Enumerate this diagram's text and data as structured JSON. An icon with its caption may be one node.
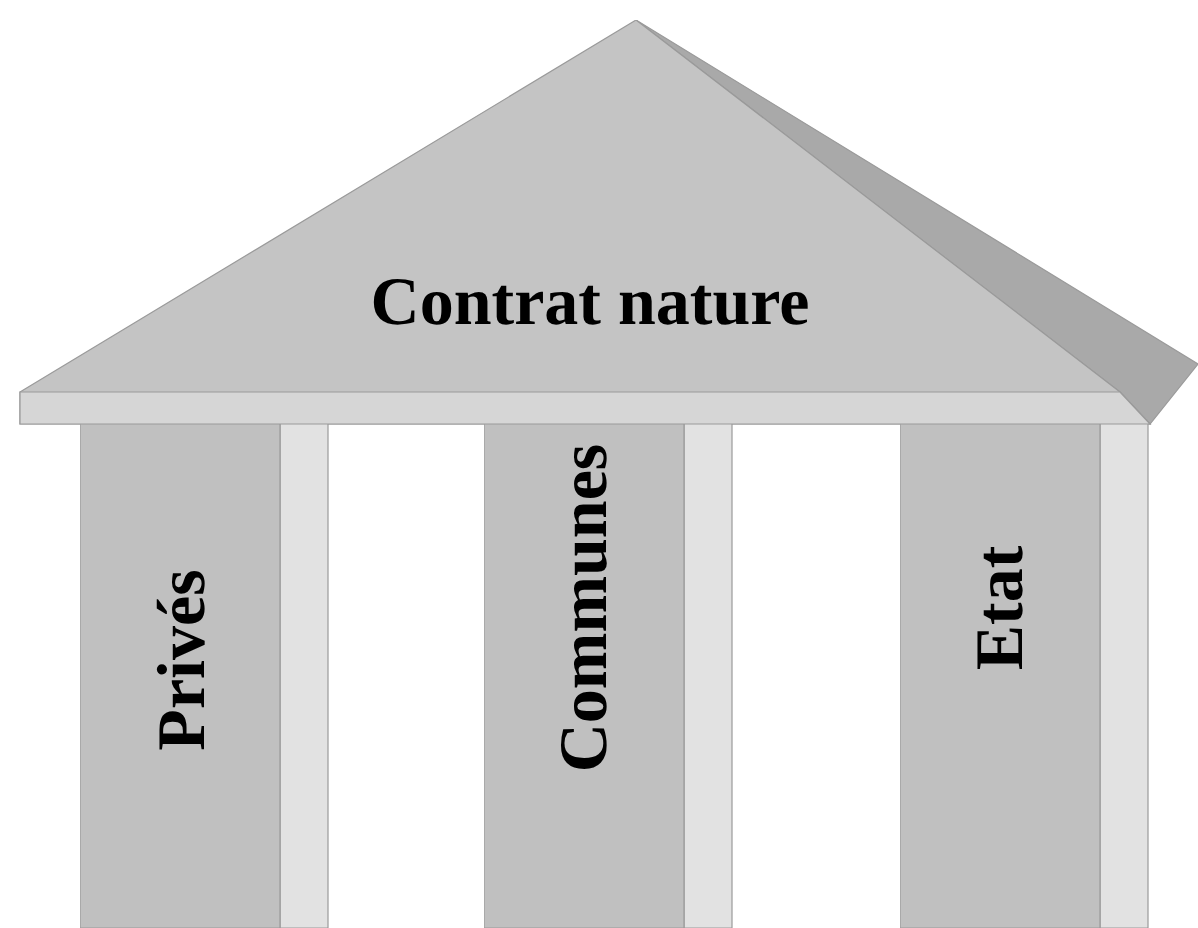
{
  "diagram": {
    "nodes": [
      {
        "text": [
          "Contrat nature"
        ]
      },
      {
        "text": [
          "Privés"
        ]
      },
      {
        "text": [
          "Communes"
        ]
      },
      {
        "text": [
          "Etat"
        ]
      }
    ]
  }
}
